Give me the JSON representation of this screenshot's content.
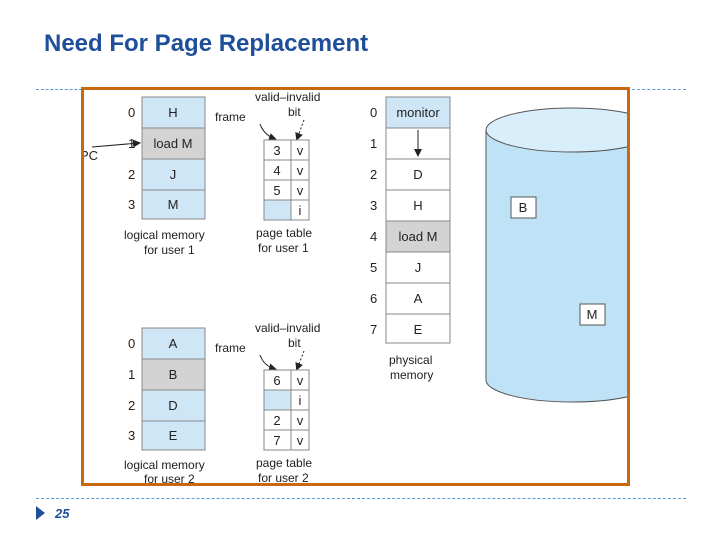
{
  "title": "Need For Page Replacement",
  "page_number": "25",
  "user1": {
    "logical_memory": [
      {
        "index": "0",
        "label": "H"
      },
      {
        "index": "1",
        "label": "load M"
      },
      {
        "index": "2",
        "label": "J"
      },
      {
        "index": "3",
        "label": "M"
      }
    ],
    "logical_caption_1": "logical memory",
    "logical_caption_2": "for user 1",
    "frame_label": "frame",
    "vi_label_1": "valid–invalid",
    "vi_label_2": "bit",
    "page_table": [
      {
        "frame": "3",
        "bit": "v"
      },
      {
        "frame": "4",
        "bit": "v"
      },
      {
        "frame": "5",
        "bit": "v"
      },
      {
        "frame": "",
        "bit": "i"
      }
    ],
    "pt_caption_1": "page table",
    "pt_caption_2": "for user 1",
    "pc_label": "PC"
  },
  "user2": {
    "logical_memory": [
      {
        "index": "0",
        "label": "A"
      },
      {
        "index": "1",
        "label": "B"
      },
      {
        "index": "2",
        "label": "D"
      },
      {
        "index": "3",
        "label": "E"
      }
    ],
    "logical_caption_1": "logical memory",
    "logical_caption_2": "for user 2",
    "frame_label": "frame",
    "vi_label_1": "valid–invalid",
    "vi_label_2": "bit",
    "page_table": [
      {
        "frame": "6",
        "bit": "v"
      },
      {
        "frame": "",
        "bit": "i"
      },
      {
        "frame": "2",
        "bit": "v"
      },
      {
        "frame": "7",
        "bit": "v"
      }
    ],
    "pt_caption_1": "page table",
    "pt_caption_2": "for user 2"
  },
  "physical_memory": {
    "frames": [
      {
        "index": "0",
        "label": "monitor"
      },
      {
        "index": "1",
        "label": ""
      },
      {
        "index": "2",
        "label": "D"
      },
      {
        "index": "3",
        "label": "H"
      },
      {
        "index": "4",
        "label": "load M"
      },
      {
        "index": "5",
        "label": "J"
      },
      {
        "index": "6",
        "label": "A"
      },
      {
        "index": "7",
        "label": "E"
      }
    ],
    "caption_1": "physical",
    "caption_2": "memory"
  },
  "disk": {
    "items": [
      "B",
      "M"
    ]
  },
  "colors": {
    "cell_fill": "#cfe6f7",
    "cell_highlight": "#d3d3d3",
    "disk_fill": "#bfe2f6",
    "frame_border": "#c8690f",
    "title": "#1f4e9a"
  }
}
